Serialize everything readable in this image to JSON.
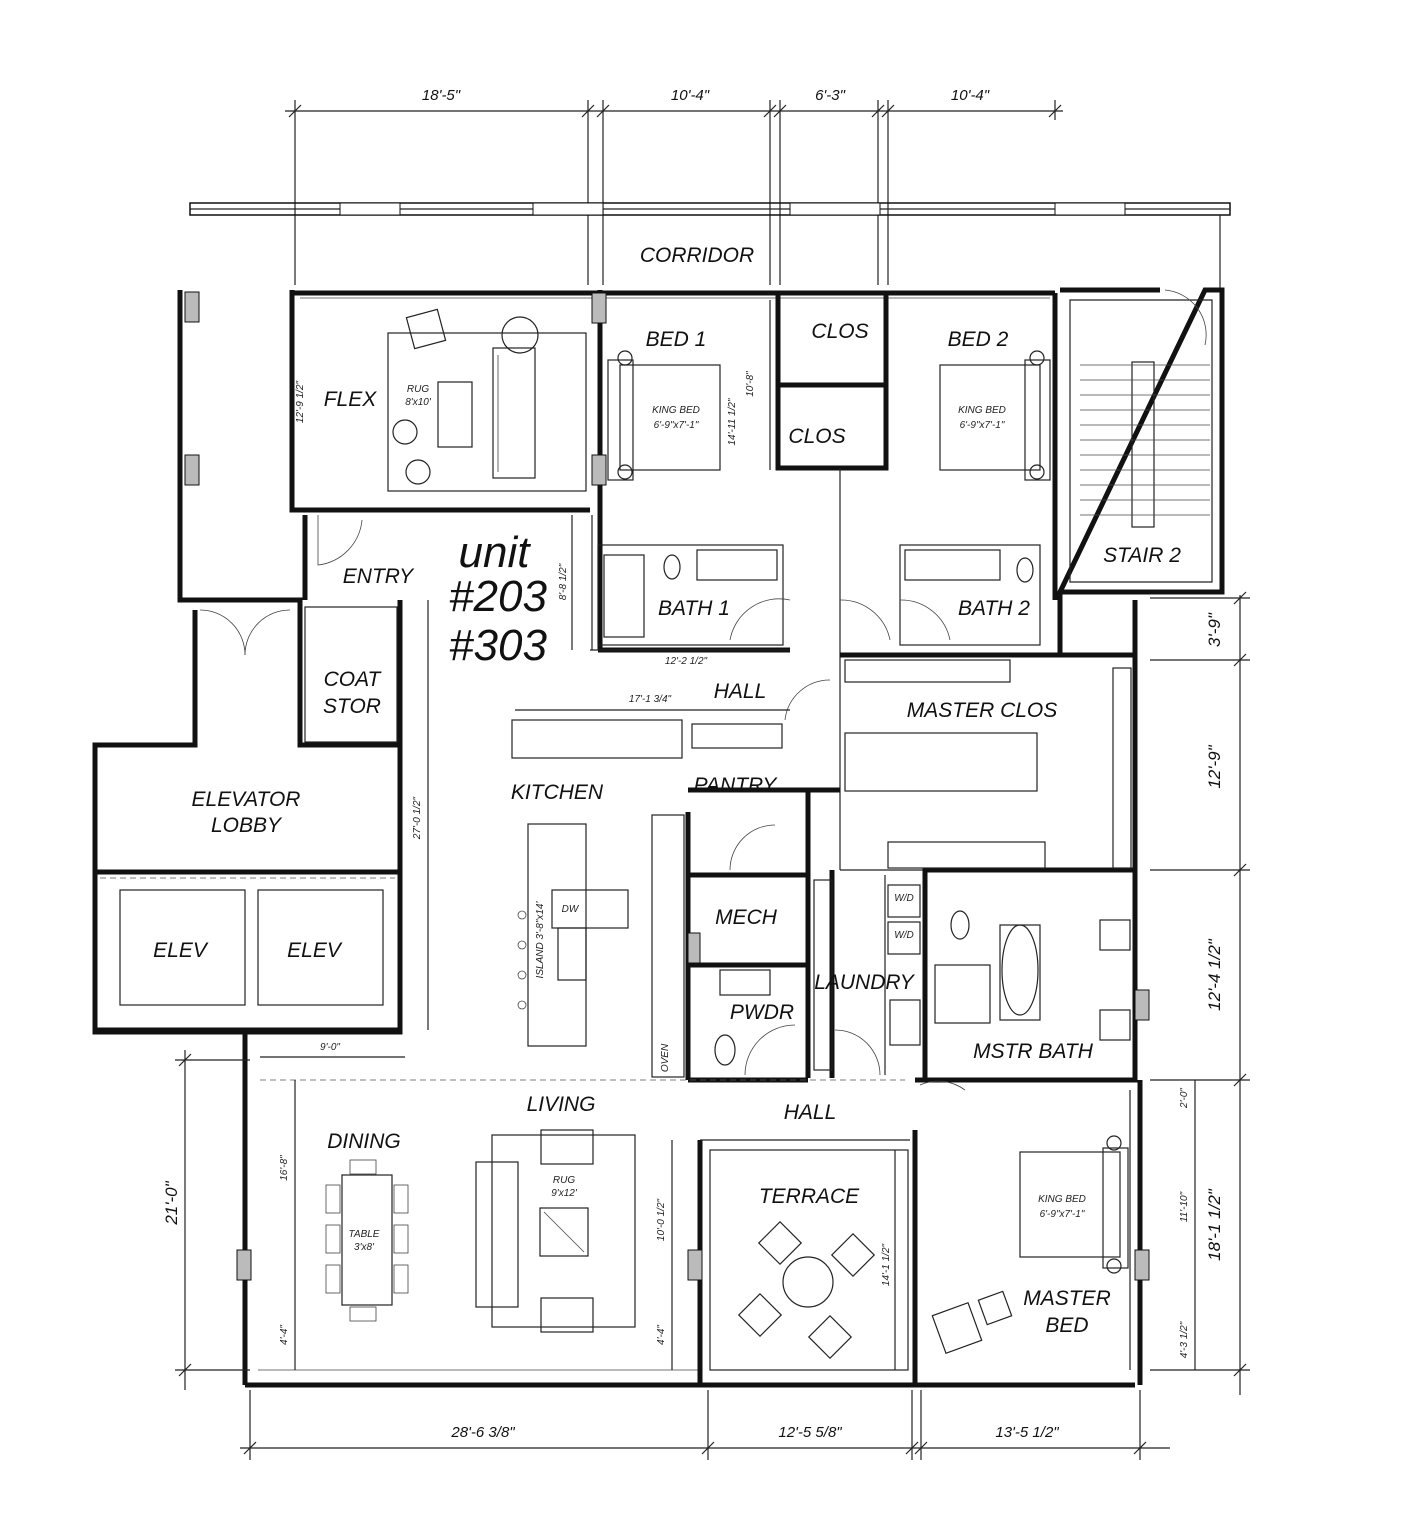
{
  "unit": {
    "line1": "unit",
    "line2": "#203",
    "line3": "#303"
  },
  "rooms": {
    "corridor": "CORRIDOR",
    "bed1": "BED 1",
    "clos1": "CLOS",
    "clos2": "CLOS",
    "bed2": "BED 2",
    "flex": "FLEX",
    "stair2": "STAIR 2",
    "entry": "ENTRY",
    "bath1": "BATH 1",
    "bath2": "BATH 2",
    "coat_stor_1": "COAT",
    "coat_stor_2": "STOR",
    "hall_top": "HALL",
    "master_clos": "MASTER CLOS",
    "elevator_lobby_1": "ELEVATOR",
    "elevator_lobby_2": "LOBBY",
    "kitchen": "KITCHEN",
    "pantry": "PANTRY",
    "mech": "MECH",
    "laundry": "LAUNDRY",
    "pwdr": "PWDR",
    "mstr_bath": "MSTR BATH",
    "elev1": "ELEV",
    "elev2": "ELEV",
    "living": "LIVING",
    "hall_bottom": "HALL",
    "dining": "DINING",
    "terrace": "TERRACE",
    "master_bed_1": "MASTER",
    "master_bed_2": "BED"
  },
  "furniture": {
    "rug_flex_1": "RUG",
    "rug_flex_2": "8'x10'",
    "king_bed_1": "KING BED",
    "king_bed_1_size": "6'-9\"x7'-1\"",
    "king_bed_2": "KING BED",
    "king_bed_2_size": "6'-9\"x7'-1\"",
    "king_bed_3": "KING BED",
    "king_bed_3_size": "6'-9\"x7'-1\"",
    "dw": "DW",
    "island": "ISLAND 3'-8\"x14'",
    "oven": "OVEN",
    "wd1": "W/D",
    "wd2": "W/D",
    "rug_living_1": "RUG",
    "rug_living_2": "9'x12'",
    "table_1": "TABLE",
    "table_2": "3'x8'"
  },
  "dimensions": {
    "top": [
      "18'-5\"",
      "10'-4\"",
      "6'-3\"",
      "10'-4\""
    ],
    "bottom": [
      "28'-6 3/8\"",
      "12'-5 5/8\"",
      "13'-5 1/2\""
    ],
    "right": [
      "3'-9\"",
      "12'-9\"",
      "12'-4 1/2\"",
      "18'-1 1/2\""
    ],
    "left": "21'-0\"",
    "flex_h": "12'-9 1/2\"",
    "bed1_h": "14'-11 1/2\"",
    "clos_h": "10'-8\"",
    "bath1_h": "8'-8 1/2\"",
    "bath1_w": "12'-2 1/2\"",
    "hall_w": "17'-1 3/4\"",
    "kitchen_h": "27'-0 1/2\"",
    "lobby_w": "9'-0\"",
    "dining_h": "16'-8\"",
    "dining_low": "4'-4\"",
    "living_h": "10'-0 1/2\"",
    "living_low": "4'-4\"",
    "terrace_h": "14'-1 1/2\"",
    "master_2": "2'-0\"",
    "master_h": "11'-10\"",
    "master_low": "4'-3 1/2\""
  }
}
